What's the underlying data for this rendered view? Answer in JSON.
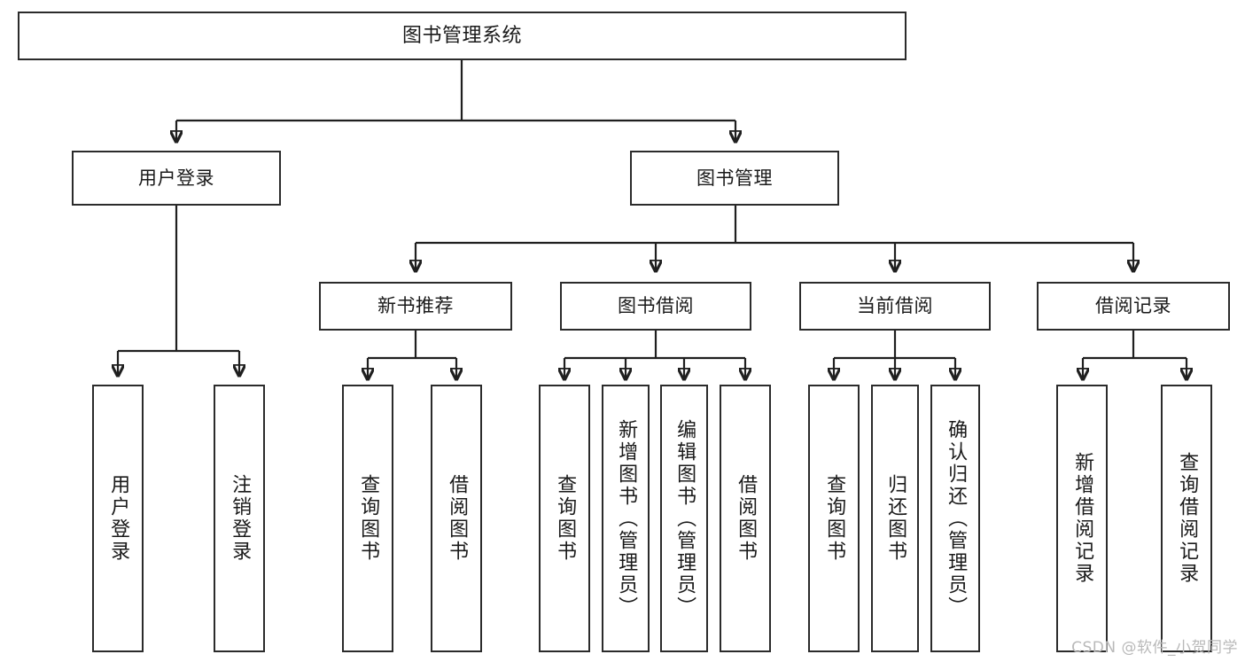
{
  "diagram": {
    "type": "tree",
    "title": "图书管理系统",
    "root": {
      "label": "图书管理系统"
    },
    "level2": [
      {
        "label": "用户登录"
      },
      {
        "label": "图书管理"
      }
    ],
    "level3": [
      {
        "label": "新书推荐"
      },
      {
        "label": "图书借阅"
      },
      {
        "label": "当前借阅"
      },
      {
        "label": "借阅记录"
      }
    ],
    "leaves_user_login": [
      {
        "label": "用户登录"
      },
      {
        "label": "注销登录"
      }
    ],
    "leaves_new_book": [
      {
        "label": "查询图书"
      },
      {
        "label": "借阅图书"
      }
    ],
    "leaves_borrow": [
      {
        "label": "查询图书"
      },
      {
        "label": "新增图书（管理员）"
      },
      {
        "label": "编辑图书（管理员）"
      },
      {
        "label": "借阅图书"
      }
    ],
    "leaves_current": [
      {
        "label": "查询图书"
      },
      {
        "label": "归还图书"
      },
      {
        "label": "确认归还（管理员）"
      }
    ],
    "leaves_records": [
      {
        "label": "新增借阅记录"
      },
      {
        "label": "查询借阅记录"
      }
    ]
  },
  "watermark": {
    "text": "CSDN @软件_小贺同学"
  },
  "colors": {
    "box_border": "#2b2b2b",
    "box_fill": "#ffffff",
    "connector": "#1f1f1f",
    "text": "#1a1a1a",
    "watermark": "#b9b9b9",
    "background": "#ffffff"
  }
}
